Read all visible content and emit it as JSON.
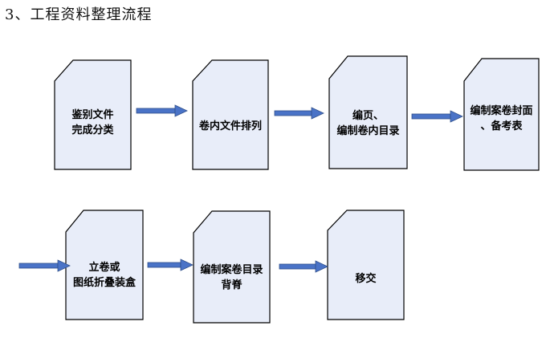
{
  "title": "3、工程资料整理流程",
  "steps": [
    {
      "lines": [
        "鉴别文件",
        "完成分类"
      ]
    },
    {
      "lines": [
        "卷内文件排列"
      ]
    },
    {
      "lines": [
        "编页、",
        "编制卷内目录"
      ]
    },
    {
      "lines": [
        "编制案卷封面",
        "、备考表"
      ]
    },
    {
      "lines": [
        "立卷或",
        "图纸折叠装盒"
      ]
    },
    {
      "lines": [
        "编制案卷目录",
        "背脊"
      ]
    },
    {
      "lines": [
        "移交"
      ]
    }
  ],
  "colors": {
    "doc_fill": "#e8edf9",
    "arrow": "#4a73c7"
  }
}
